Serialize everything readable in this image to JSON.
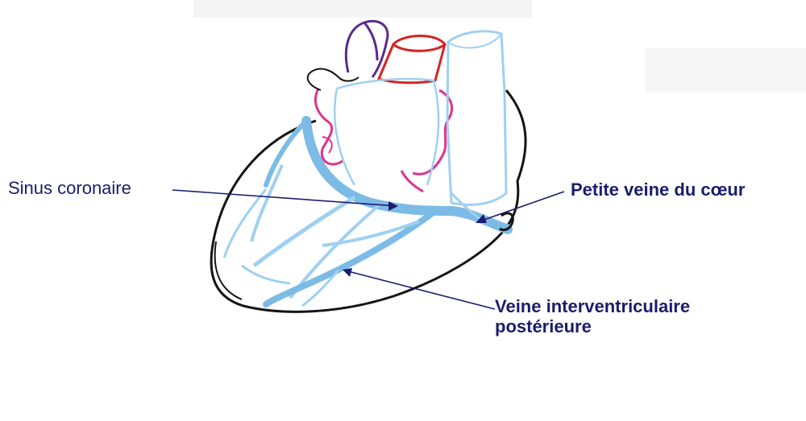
{
  "colors": {
    "outline": "#141414",
    "vein": "#9fd0f2",
    "vein_dark": "#7cbbe6",
    "artery": "#d52424",
    "aorta": "#5c2a8c",
    "atrium": "#e0338e",
    "label": "#1c1c6e",
    "arrow": "#1c1c6e",
    "background": "#ffffff"
  },
  "labels": {
    "sinus": "Sinus coronaire",
    "petite": "Petite veine du cœur",
    "veine_line1": "Veine interventriculaire",
    "veine_line2": "postérieure"
  }
}
